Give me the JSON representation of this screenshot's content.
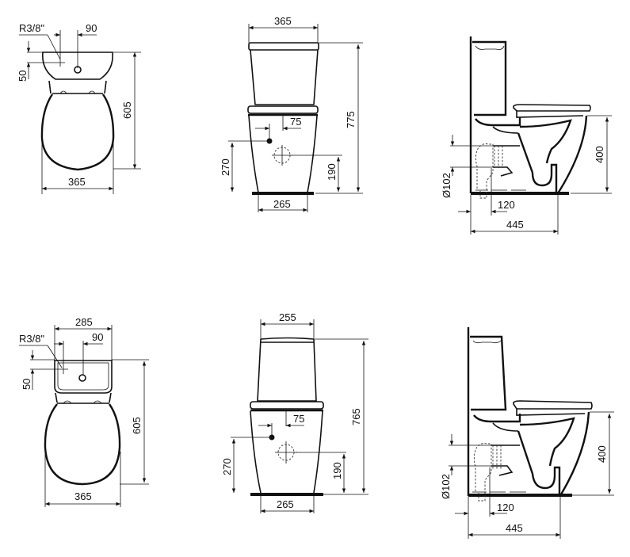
{
  "drawing": {
    "subject": "Close-coupled WC technical drawings",
    "variants": [
      {
        "row": "top",
        "top_view": {
          "labels": {
            "thread": "R3/8\"",
            "inlet_offset": "90",
            "depth_offset": "50",
            "length": "605",
            "width": "365"
          }
        },
        "front_view": {
          "labels": {
            "cistern_width": "365",
            "total_height": "775",
            "inlet_offset": "75",
            "inlet_height": "270",
            "outlet_height": "190",
            "base_width": "265"
          }
        },
        "side_view": {
          "labels": {
            "outlet_diameter": "Ø102",
            "seat_height": "400",
            "outlet_offset": "120",
            "depth": "445"
          }
        }
      },
      {
        "row": "bottom",
        "top_view": {
          "labels": {
            "cistern_width": "285",
            "thread": "R3/8\"",
            "inlet_offset": "90",
            "depth_offset": "50",
            "length": "605",
            "width": "365"
          }
        },
        "front_view": {
          "labels": {
            "cistern_width": "255",
            "total_height": "765",
            "inlet_offset": "75",
            "inlet_height": "270",
            "outlet_height": "190",
            "base_width": "265"
          }
        },
        "side_view": {
          "labels": {
            "outlet_diameter": "Ø102",
            "seat_height": "400",
            "outlet_offset": "120",
            "depth": "445"
          }
        }
      }
    ],
    "colors": {
      "line": "#111111",
      "background": "#ffffff"
    }
  }
}
